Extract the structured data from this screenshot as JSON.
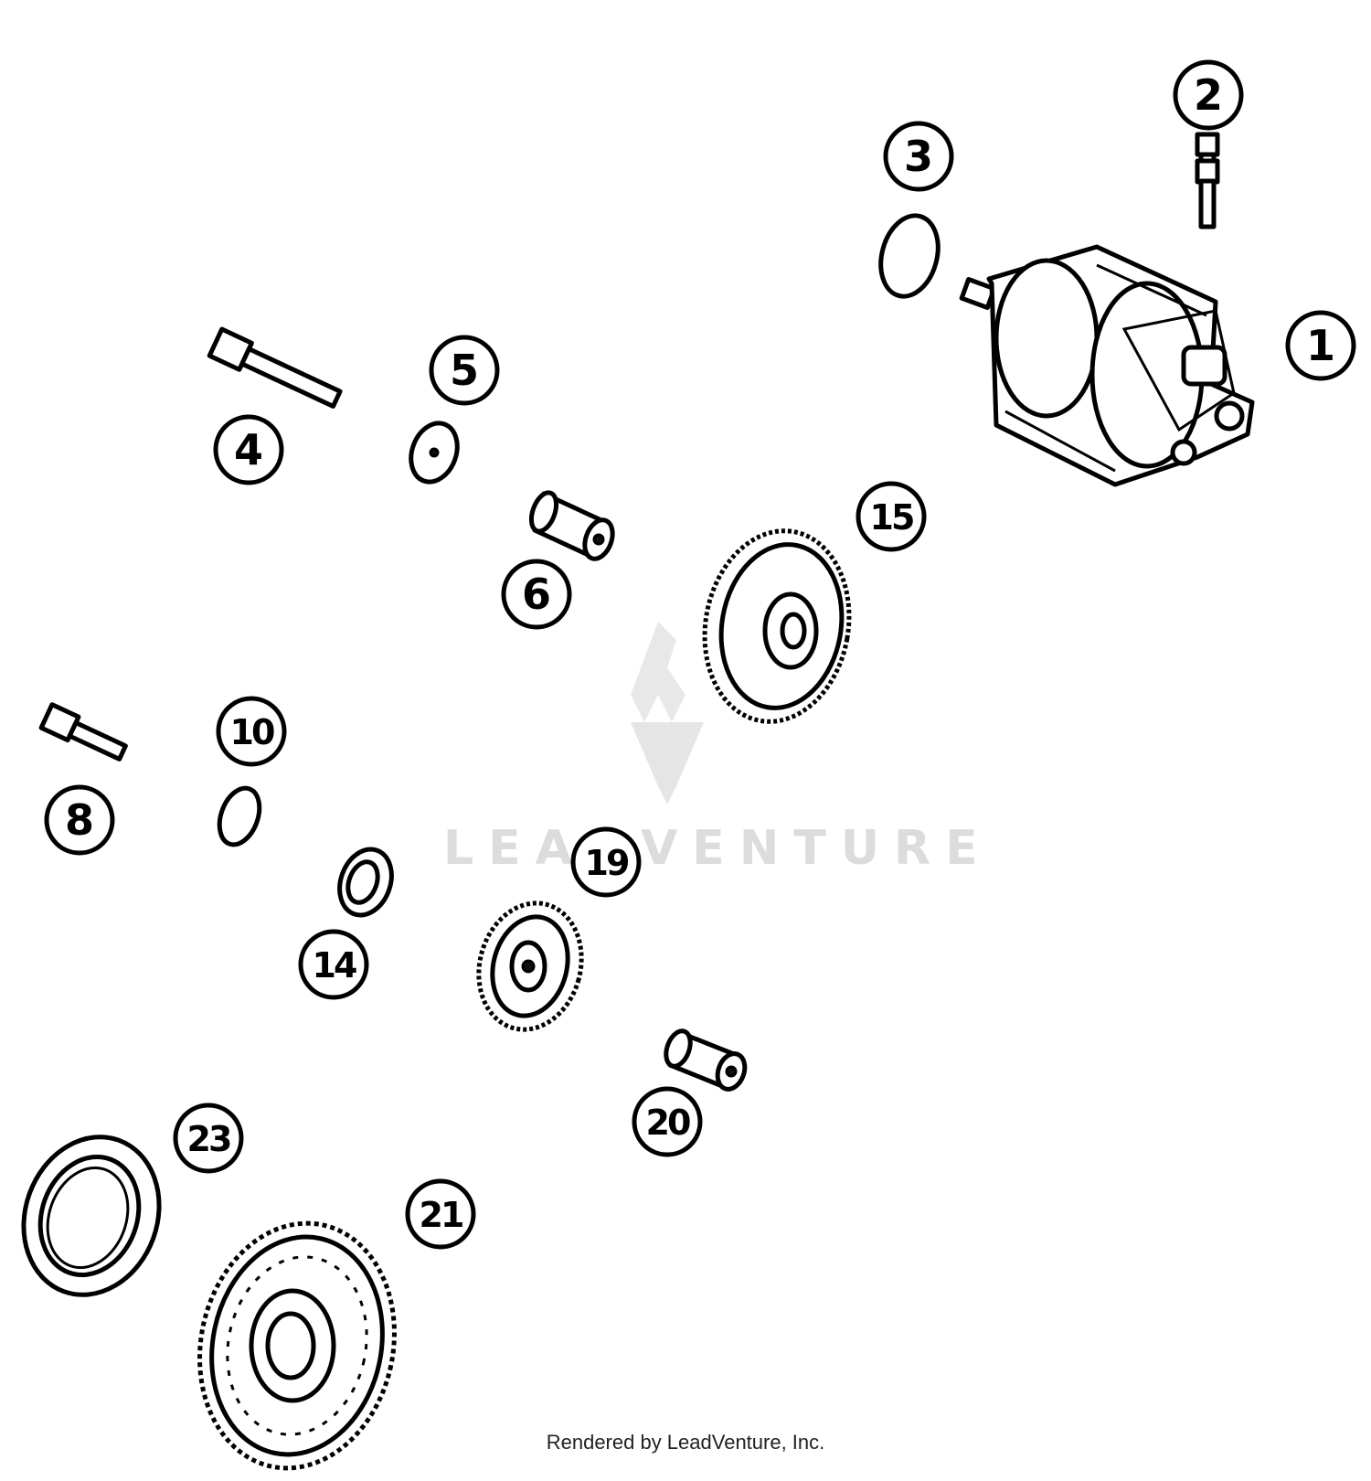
{
  "diagram": {
    "callouts": [
      {
        "id": "c1",
        "label": "1"
      },
      {
        "id": "c2",
        "label": "2"
      },
      {
        "id": "c3",
        "label": "3"
      },
      {
        "id": "c4",
        "label": "4"
      },
      {
        "id": "c5",
        "label": "5"
      },
      {
        "id": "c6",
        "label": "6"
      },
      {
        "id": "c8",
        "label": "8"
      },
      {
        "id": "c10",
        "label": "10"
      },
      {
        "id": "c14",
        "label": "14"
      },
      {
        "id": "c15",
        "label": "15"
      },
      {
        "id": "c19",
        "label": "19"
      },
      {
        "id": "c20",
        "label": "20"
      },
      {
        "id": "c21",
        "label": "21"
      },
      {
        "id": "c23",
        "label": "23"
      }
    ],
    "watermark": "LEADVENTURE",
    "credit": "Rendered by LeadVenture, Inc."
  }
}
